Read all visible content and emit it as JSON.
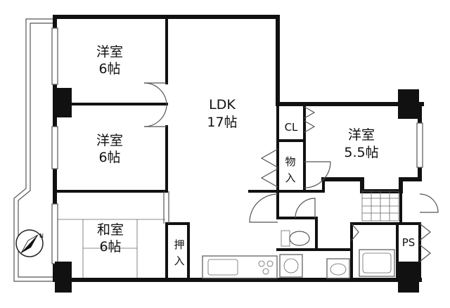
{
  "rooms": {
    "western1": {
      "line1": "洋室",
      "line2": "6帖"
    },
    "western2": {
      "line1": "洋室",
      "line2": "6帖"
    },
    "japanese": {
      "line1": "和室",
      "line2": "6帖"
    },
    "ldk": {
      "line1": "LDK",
      "line2": "17帖"
    },
    "western3": {
      "line1": "洋室",
      "line2": "5.5帖"
    }
  },
  "storage": {
    "closet": "CL",
    "storeroom_1": "物",
    "storeroom_2": "入",
    "oshiire_1": "押",
    "oshiire_2": "入",
    "pipe_space": "PS"
  },
  "compass": {
    "north_label": "N"
  }
}
